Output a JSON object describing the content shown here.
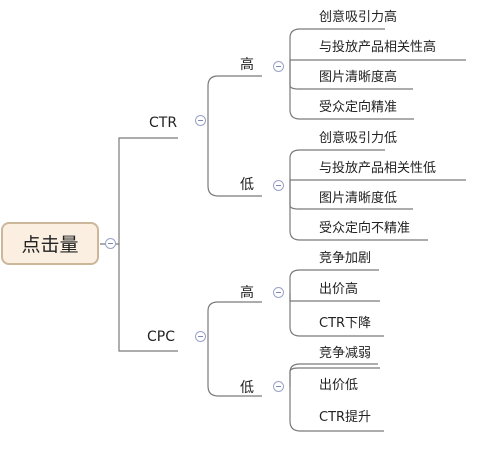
{
  "root": {
    "label": "点击量"
  },
  "ctr": {
    "label": "CTR",
    "high": {
      "label": "高",
      "leaves": [
        "创意吸引力高",
        "与投放产品相关性高",
        "图片清晰度高",
        "受众定向精准"
      ]
    },
    "low": {
      "label": "低",
      "leaves": [
        "创意吸引力低",
        "与投放产品相关性低",
        "图片清晰度低",
        "受众定向不精准"
      ]
    }
  },
  "cpc": {
    "label": "CPC",
    "high": {
      "label": "高",
      "leaves": [
        "竞争加剧",
        "出价高",
        "CTR下降"
      ]
    },
    "low": {
      "label": "低",
      "leaves": [
        "竞争减弱",
        "出价低",
        "CTR提升"
      ]
    }
  },
  "colors": {
    "line": "#7a7a7a",
    "root_border": "#cdb79a",
    "root_fill": "#fbefe2",
    "toggle": "#9aa3c9"
  }
}
